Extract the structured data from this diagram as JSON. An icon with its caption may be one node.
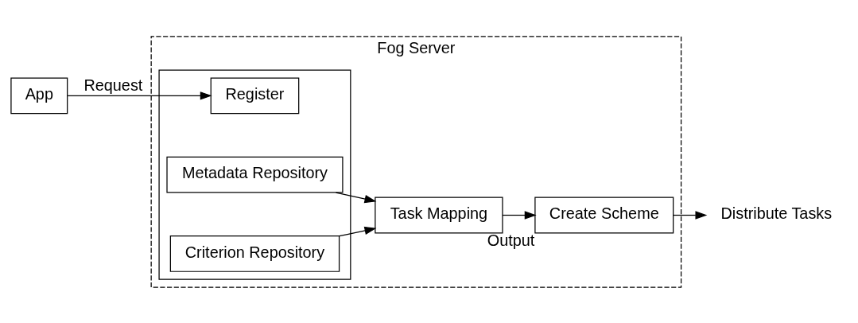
{
  "diagram": {
    "nodes": [
      {
        "text": [
          "Fog Server"
        ]
      },
      {
        "text": [
          "App"
        ]
      },
      {
        "text": [],
        "shape": "box",
        "in": 0
      },
      {
        "text": [
          "Register"
        ],
        "in": 2
      },
      {
        "text": [
          "Metadata Repository"
        ],
        "in": 2
      },
      {
        "text": [
          "Criterion Repository"
        ],
        "in": 2
      },
      {
        "text": [
          "Task Mapping"
        ],
        "in": 0
      },
      {
        "text": [
          "Create Scheme"
        ],
        "in": 0,
        "beside": [
          "Output"
        ]
      },
      {
        "text": [
          "Distribute Tasks"
        ]
      }
    ],
    "edges": [
      {
        "from": 1,
        "to": 3,
        "arrow": "to",
        "label": "Request"
      },
      {
        "from": 4,
        "to": 6,
        "arrow": "to"
      },
      {
        "from": 5,
        "to": 6,
        "arrow": "to"
      },
      {
        "from": 6,
        "to": 7,
        "arrow": "to"
      },
      {
        "from": 7,
        "to": 8,
        "arrow": "to"
      }
    ]
  }
}
